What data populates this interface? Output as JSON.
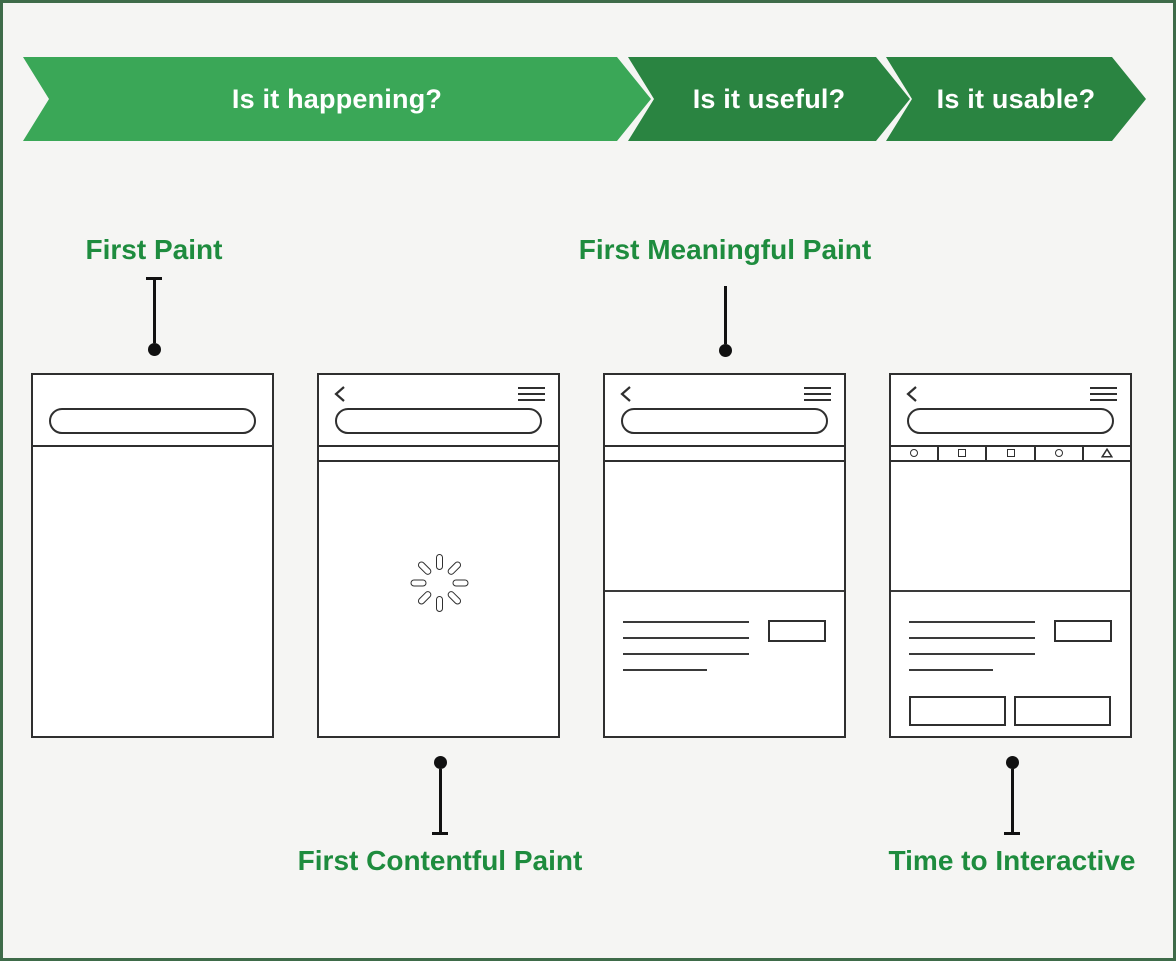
{
  "page": {
    "background": "#f5f5f3",
    "frame_color": "#3e6b49"
  },
  "banner": {
    "text_color": "#ffffff",
    "steps": [
      {
        "label": "Is it happening?",
        "color": "#3aa757"
      },
      {
        "label": "Is it useful?",
        "color": "#2a8441"
      },
      {
        "label": "Is it usable?",
        "color": "#2a8441"
      }
    ]
  },
  "annotations": {
    "label_color": "#1e8c3e",
    "top_left": "First Paint",
    "top_right": "First Meaningful Paint",
    "bottom_left": "First Contentful Paint",
    "bottom_right": "Time to Interactive"
  },
  "phones": [
    {
      "icons": [
        "search-bar"
      ]
    },
    {
      "icons": [
        "back-icon",
        "menu-icon",
        "search-bar",
        "spinner-icon"
      ]
    },
    {
      "icons": [
        "back-icon",
        "menu-icon",
        "search-bar",
        "image-placeholder"
      ]
    },
    {
      "icons": [
        "back-icon",
        "menu-icon",
        "search-bar",
        "image-placeholder"
      ],
      "toolbar_icons": [
        "circle-icon",
        "square-icon",
        "square-icon",
        "circle-icon",
        "triangle-icon"
      ]
    }
  ]
}
